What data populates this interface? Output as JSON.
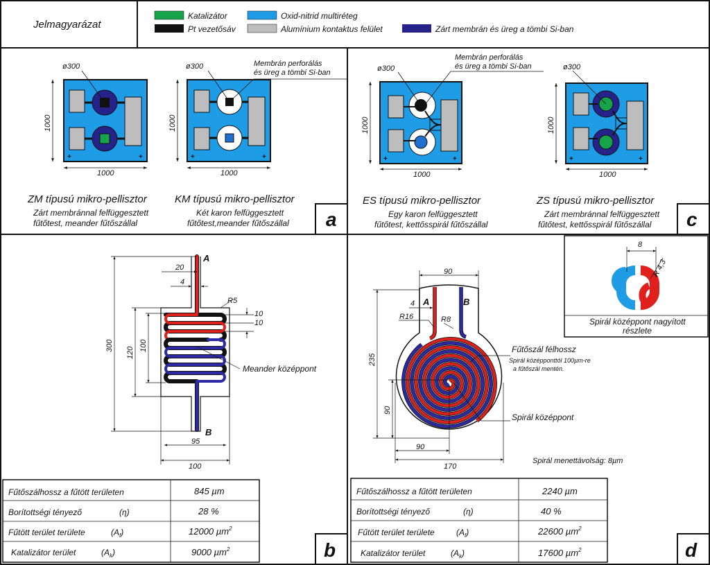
{
  "legend": {
    "title": "Jelmagyarázat",
    "items": [
      {
        "label": "Katalizátor",
        "color": "#16a34a"
      },
      {
        "label": "Pt vezetősáv",
        "color": "#111111"
      },
      {
        "label": "Oxid-nitrid multiréteg",
        "color": "#1e9ce6"
      },
      {
        "label": "Alumínium kontaktus felület",
        "color": "#bdbdbd"
      },
      {
        "label": "Zárt membrán és üreg a tömbi Si-ban",
        "color": "#25238a"
      }
    ]
  },
  "panel_a": {
    "letter": "a",
    "devices": [
      {
        "diam": "ø300",
        "side": "1000",
        "bottom": "1000",
        "title": "ZM típusú mikro-pellisztor",
        "desc1": "Zárt membránnal felfüggesztett",
        "desc2": "fűtőtest, meander fűtőszállal"
      },
      {
        "diam": "ø300",
        "side": "1000",
        "bottom": "1000",
        "title": "KM típusú mikro-pellisztor",
        "desc1": "Két karon felfüggesztett",
        "desc2": "fűtőtest,meander fűtőszállal",
        "callout1": "Membrán perforálás",
        "callout2": "és üreg a tömbi Si-ban"
      }
    ]
  },
  "panel_c": {
    "letter": "c",
    "devices": [
      {
        "diam": "ø300",
        "side": "1000",
        "bottom": "1000",
        "title": "ES típusú mikro-pellisztor",
        "desc1": "Egy karon felfüggesztett",
        "desc2": "fűtőtest, kettősspirál fűtőszállal",
        "callout1": "Membrán perforálás",
        "callout2": "és üreg a tömbi Si-ban"
      },
      {
        "diam": "ø300",
        "side": "1000",
        "bottom": "1000",
        "title": "ZS típusú mikro-pellisztor",
        "desc1": "Zárt membránnal felfüggesztett",
        "desc2": "fűtőtest, kettősspirál fűtőszállal"
      }
    ]
  },
  "panel_b": {
    "letter": "b",
    "label_a": "A",
    "label_b": "B",
    "dims": {
      "d20": "20",
      "d4": "4",
      "r5": "R5",
      "d10a": "10",
      "d10b": "10",
      "d300": "300",
      "d120": "120",
      "d100v": "100",
      "d95": "95",
      "d100h": "100"
    },
    "meander_label": "Meander középpont",
    "table": [
      {
        "label": "Fűtőszálhossz a fűtött területen",
        "sym": "",
        "sub": "",
        "value": "845 µm",
        "sup": ""
      },
      {
        "label": "Borítottségi tényező",
        "sym": "(η)",
        "sub": "",
        "value": "28 %",
        "sup": ""
      },
      {
        "label": "Fűtött terület területe",
        "sym": "(A",
        "sub": "f",
        "value": "12000 µm",
        "sup": "2"
      },
      {
        "label": "Katalizátor terület",
        "sym": "(A",
        "sub": "k",
        "value": "9000 µm",
        "sup": "2"
      }
    ]
  },
  "panel_d": {
    "letter": "d",
    "label_a": "A",
    "label_b": "B",
    "dims": {
      "d90top": "90",
      "d4": "4",
      "r16": "R16",
      "r8": "R8",
      "d235": "235",
      "d90v": "90",
      "d90h": "90",
      "d170": "170"
    },
    "half_label": "Fűtőszál félhossz",
    "half_note1": "Spirál középponttól 100µm-re",
    "half_note2": "a fűtőszál mentén.",
    "center_label": "Spirál középpont",
    "pitch_label": "Spirál menettávolság: 8µm",
    "inset": {
      "d8": "8",
      "r43": "R 4,3",
      "cap1": "Spirál középpont nagyított",
      "cap2": "részlete"
    },
    "table": [
      {
        "label": "Fűtőszálhossz a fűtött területen",
        "sym": "",
        "sub": "",
        "value": "2240 µm",
        "sup": ""
      },
      {
        "label": "Borítottségi tényező",
        "sym": "(η)",
        "sub": "",
        "value": "40 %",
        "sup": ""
      },
      {
        "label": "Fűtött terület területe",
        "sym": "(A",
        "sub": "f",
        "value": "22600 µm",
        "sup": "2"
      },
      {
        "label": "Katalizátor terület",
        "sym": "(A",
        "sub": "k",
        "value": "17600 µm",
        "sup": "2"
      }
    ]
  },
  "colors": {
    "red": "#e0201c",
    "blue": "#2d2aa6",
    "oxide": "#1e9ce6",
    "alu": "#bdbdbd",
    "membrane": "#25238a",
    "cat": "#16a34a"
  }
}
